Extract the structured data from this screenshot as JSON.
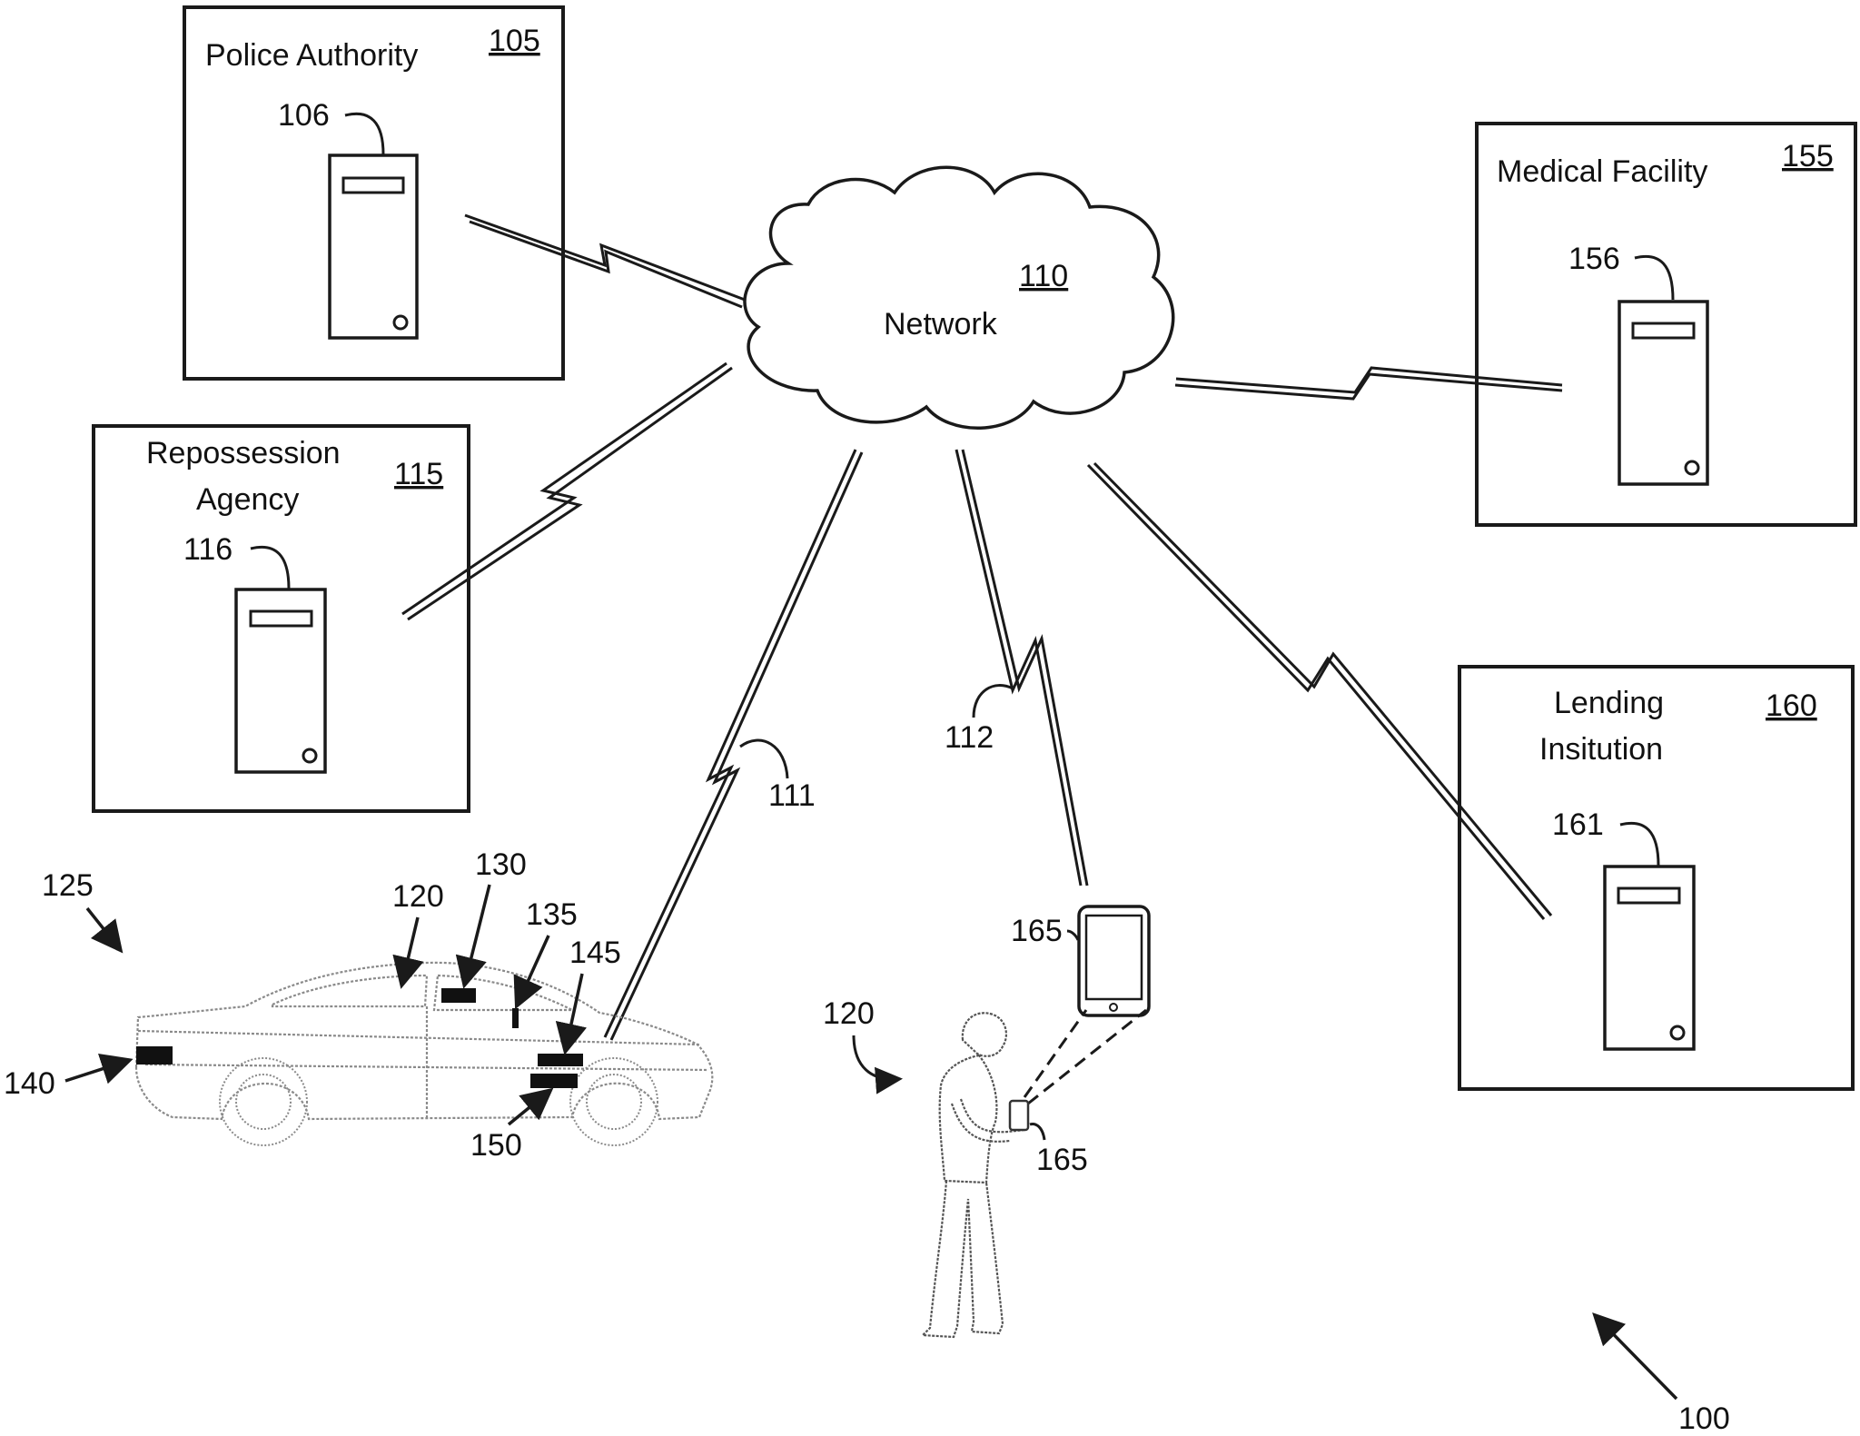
{
  "figure_number": "100",
  "network": {
    "label": "Network",
    "ref": "110"
  },
  "entities": {
    "police": {
      "label": "Police Authority",
      "ref": "105",
      "server_ref": "106"
    },
    "repossession": {
      "label_line1": "Repossession",
      "label_line2": "Agency",
      "ref": "115",
      "server_ref": "116"
    },
    "medical": {
      "label": "Medical Facility",
      "ref": "155",
      "server_ref": "156"
    },
    "lending": {
      "label_line1": "Lending",
      "label_line2": "Insitution",
      "ref": "160",
      "server_ref": "161"
    }
  },
  "links": {
    "vehicle_link": "111",
    "mobile_link": "112"
  },
  "vehicle": {
    "ref": "125",
    "driver_ref": "120",
    "component_130": "130",
    "component_135": "135",
    "component_140": "140",
    "component_145": "145",
    "component_150": "150"
  },
  "user": {
    "ref": "120",
    "device_ref": "165",
    "handheld_ref": "165"
  }
}
